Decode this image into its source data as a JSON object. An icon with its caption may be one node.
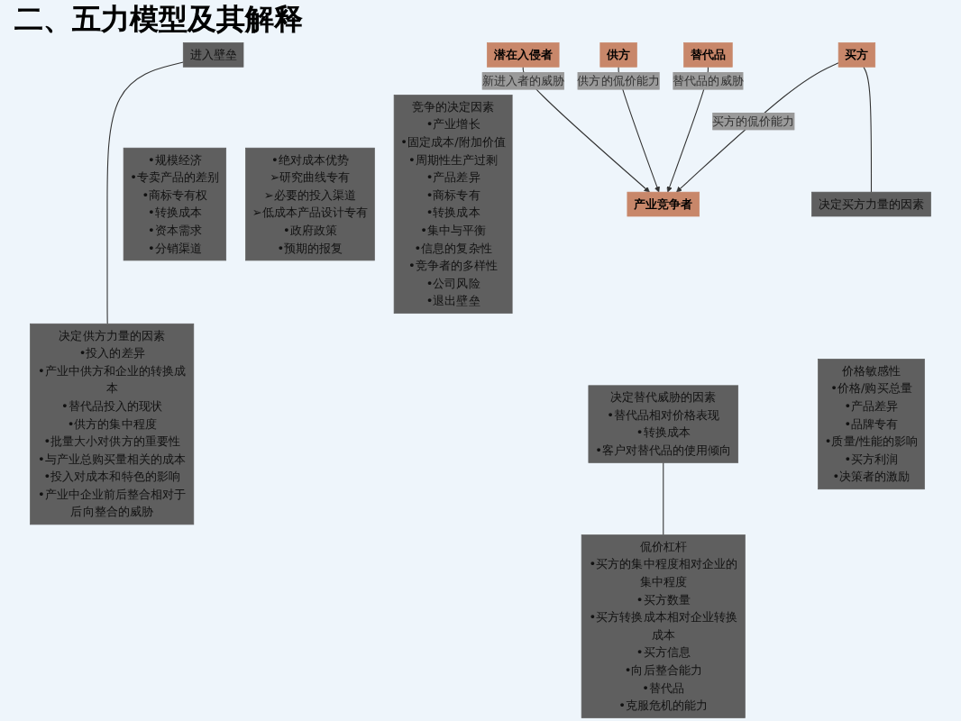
{
  "diagram": {
    "title": "二、五力模型及其解释",
    "nodes": [
      {
        "text": [
          "进入壁垒"
        ]
      },
      {
        "text": [
          "•规模经济",
          "•专卖产品的差别",
          "•商标专有权",
          "•转换成本",
          "•资本需求",
          "•分销渠道"
        ]
      },
      {
        "text": [
          "•绝对成本优势",
          "➢研究曲线专有",
          "➢必要的投入渠道",
          "➢低成本产品设计专有",
          "•政府政策",
          "•预期的报复"
        ]
      },
      {
        "text": [
          "竞争的决定因素",
          "•产业增长",
          "•固定成本/附加价值",
          "•周期性生产过剩",
          "•产品差异",
          "•商标专有",
          "•转换成本",
          "•集中与平衡",
          "•信息的复杂性",
          "•竞争者的多样性",
          "•公司风险",
          "•退出壁垒"
        ]
      },
      {
        "text": [
          "潜在入侵者"
        ]
      },
      {
        "text": [
          "供方"
        ]
      },
      {
        "text": [
          "产业竞争者"
        ]
      },
      {
        "text": [
          "买方"
        ]
      },
      {
        "text": [
          "替代品"
        ]
      },
      {
        "text": [
          "决定供方力量的因素",
          "•投入的差异",
          "•产业中供方和企业的转换成本",
          "•替代品投入的现状",
          "•供方的集中程度",
          "•批量大小对供方的重要性",
          "•与产业总购买量相关的成本",
          "•投入对成本和特色的影响",
          "•产业中企业前后整合相对于后向整合的威胁"
        ]
      },
      {
        "text": [
          "决定替代威胁的因素",
          "•替代品相对价格表现",
          "•转换成本",
          "•客户对替代品的使用倾向"
        ]
      },
      {
        "text": [
          "决定买方力量的因素"
        ]
      },
      {
        "text": [
          "侃价杠杆",
          "•买方的集中程度相对企业的集中程度",
          "•买方数量",
          "•买方转换成本相对企业转换成本",
          "•买方信息",
          "•向后整合能力",
          "•替代品",
          "•克服危机的能力"
        ]
      },
      {
        "text": [
          "价格敏感性",
          "•价格/购买总量",
          "•产品差异",
          "•品牌专有",
          "•质量/性能的影响",
          "•买方利润",
          "•决策者的激励"
        ]
      }
    ],
    "edges": [
      {
        "from": 4,
        "to": 6,
        "arrow": "to",
        "label": "新进入者的威胁"
      },
      {
        "from": 5,
        "to": 6,
        "arrow": "to",
        "label": "供方的侃价能力"
      },
      {
        "from": 7,
        "to": 6,
        "arrow": "to",
        "label": "买方的侃价能力"
      },
      {
        "from": 8,
        "to": 6,
        "arrow": "to",
        "label": "替代品的威胁"
      },
      {
        "from": 0,
        "to": 9,
        "arrow": "none"
      },
      {
        "from": 7,
        "to": 11,
        "arrow": "none"
      },
      {
        "from": 10,
        "to": 12,
        "arrow": "none"
      }
    ]
  }
}
